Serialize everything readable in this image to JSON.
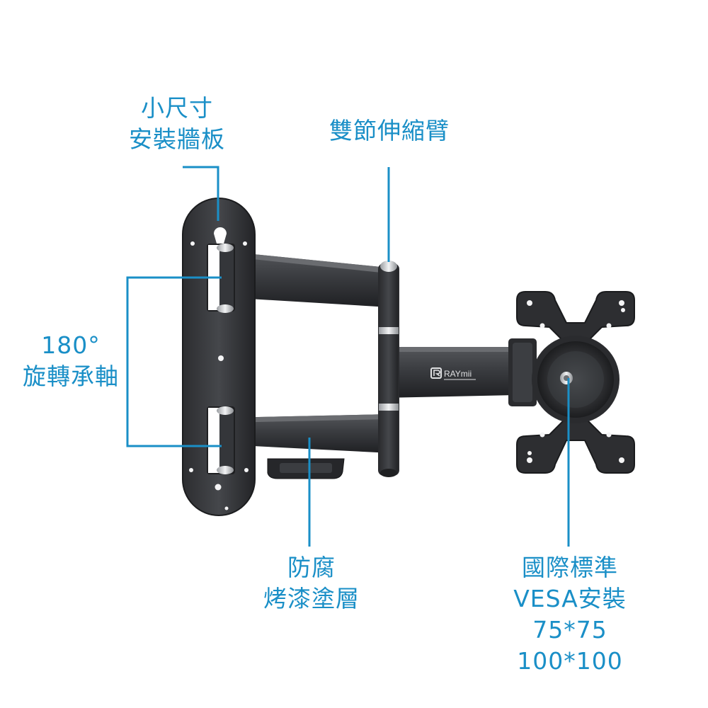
{
  "callouts": {
    "wall_plate": {
      "lines": [
        "小尺寸",
        "安裝牆板"
      ]
    },
    "arm": {
      "lines": [
        "雙節伸縮臂"
      ]
    },
    "rotation": {
      "lines": [
        "180°",
        "旋轉承軸"
      ]
    },
    "coating": {
      "lines": [
        "防腐",
        "烤漆塗層"
      ]
    },
    "vesa": {
      "lines": [
        "國際標準",
        "VESA安裝",
        "75*75",
        "100*100"
      ]
    }
  },
  "brand": {
    "logo_text": "RAYmii"
  },
  "colors": {
    "accent": "#1a8fc7",
    "metal_dark": "#2a2b2e",
    "metal_mid": "#3d3f43",
    "chrome": "#c9cbce"
  }
}
